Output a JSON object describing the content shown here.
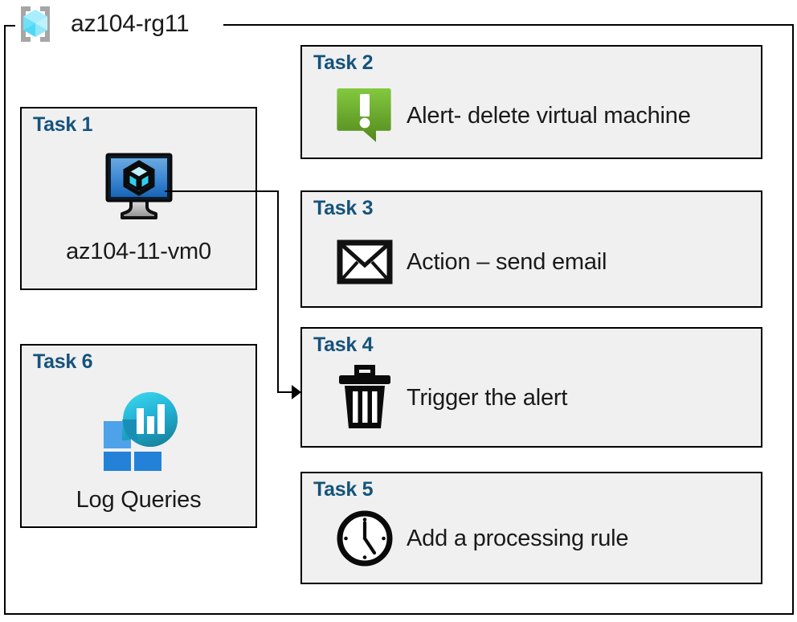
{
  "resource_group": {
    "name": "az104-rg11",
    "icon": "resource-group-cube-icon"
  },
  "colors": {
    "task_label": "#15537c",
    "box_fill": "#f0f0f0",
    "box_border": "#000000",
    "vm_screen_top": "#5b9bd5",
    "vm_screen_bottom": "#1f6fc4",
    "alert_green_top": "#7dc242",
    "alert_green_bottom": "#589020",
    "log_cyan": "#32cbe8",
    "log_teal": "#1a8fb5",
    "log_square_light": "#4da2ea",
    "log_square_mid": "#2481d8",
    "rg_cube_light": "#a8eeff",
    "rg_cube_mid": "#4fd9f5",
    "rg_bracket": "#a6a6a6"
  },
  "tasks": [
    {
      "id": "task1",
      "title": "Task 1",
      "caption": "az104-11-vm0",
      "icon": "virtual-machine-icon",
      "layout": "stacked"
    },
    {
      "id": "task2",
      "title": "Task 2",
      "caption": "Alert- delete virtual machine",
      "icon": "alert-bubble-icon",
      "layout": "inline"
    },
    {
      "id": "task3",
      "title": "Task 3",
      "caption": "Action – send email",
      "icon": "envelope-icon",
      "layout": "inline"
    },
    {
      "id": "task4",
      "title": "Task 4",
      "caption": "Trigger the alert",
      "icon": "trash-icon",
      "layout": "inline"
    },
    {
      "id": "task5",
      "title": "Task 5",
      "caption": "Add a processing rule",
      "icon": "clock-icon",
      "layout": "inline"
    },
    {
      "id": "task6",
      "title": "Task 6",
      "caption": "Log Queries",
      "icon": "log-analytics-icon",
      "layout": "stacked"
    }
  ],
  "connector": {
    "from": "task1-virtual-machine-icon",
    "to": "task4",
    "arrow": "arrowhead-right"
  }
}
